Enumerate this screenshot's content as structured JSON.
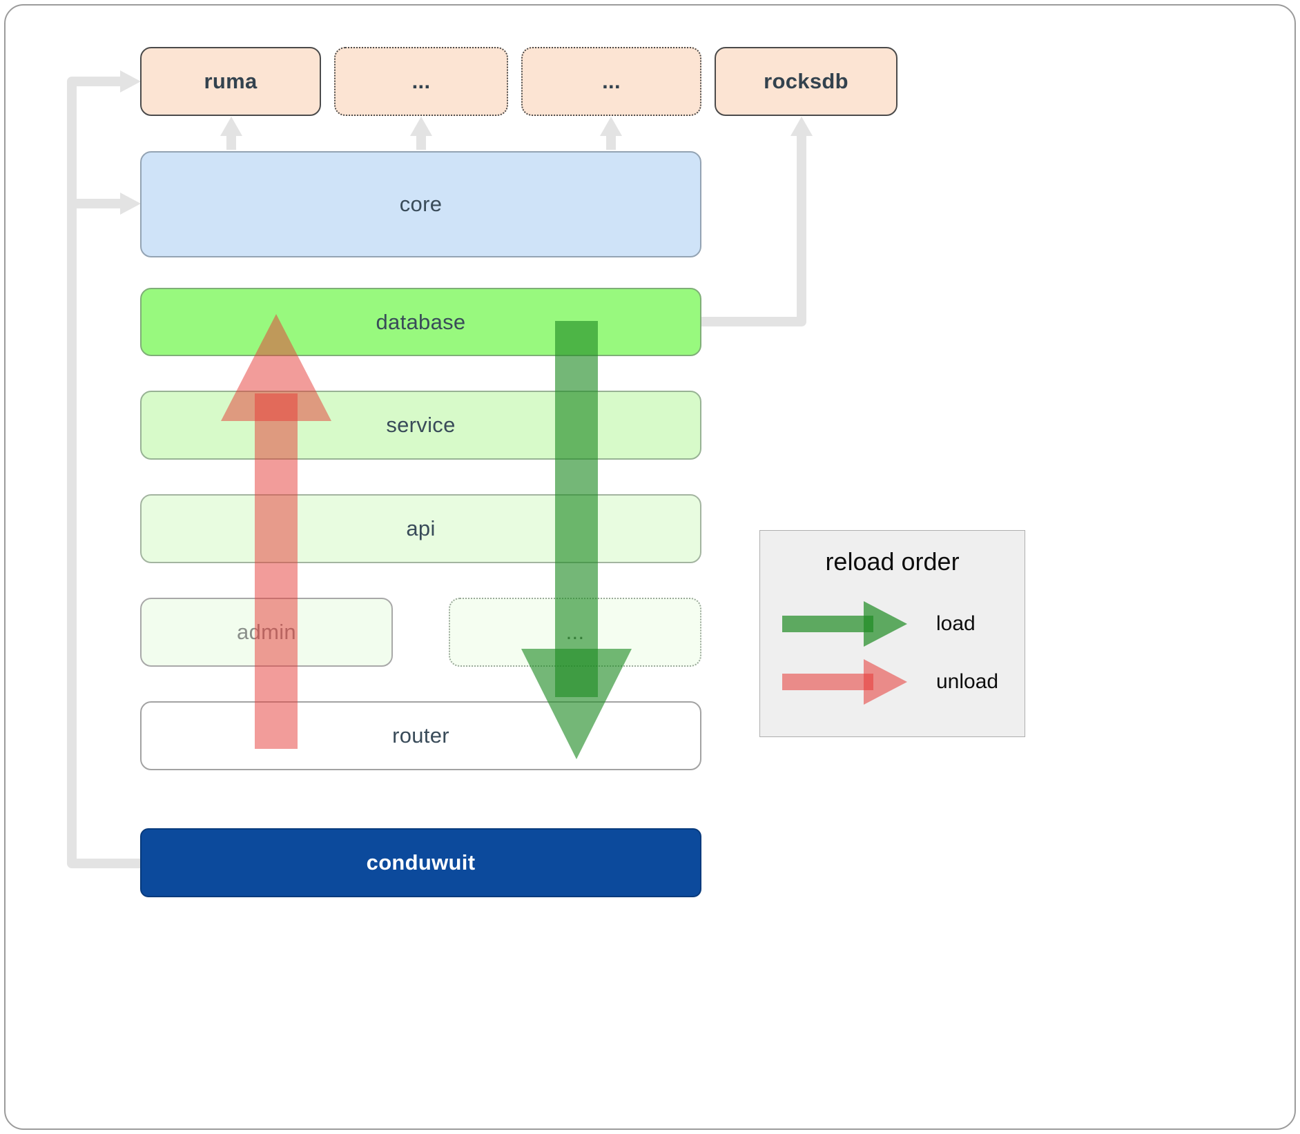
{
  "boxes": {
    "ruma": "ruma",
    "dots_top_1": "...",
    "dots_top_2": "...",
    "rocksdb": "rocksdb",
    "core": "core",
    "database": "database",
    "service": "service",
    "api": "api",
    "admin": "admin",
    "dots_mid": "...",
    "router": "router",
    "conduwuit": "conduwuit"
  },
  "legend": {
    "title": "reload order",
    "load_label": "load",
    "unload_label": "unload"
  },
  "colors": {
    "peach_box": "#fce4d3",
    "core_blue": "#cfe3f8",
    "database_green": "#98f97e",
    "service_green": "#d7fac9",
    "api_green": "#e8fce0",
    "admin_green": "#f2fdee",
    "conduwuit_blue": "#0c4a9c",
    "load_arrow_green": "#1f8b24",
    "unload_arrow_red": "#e53935",
    "connector_gray": "#e3e3e3"
  }
}
